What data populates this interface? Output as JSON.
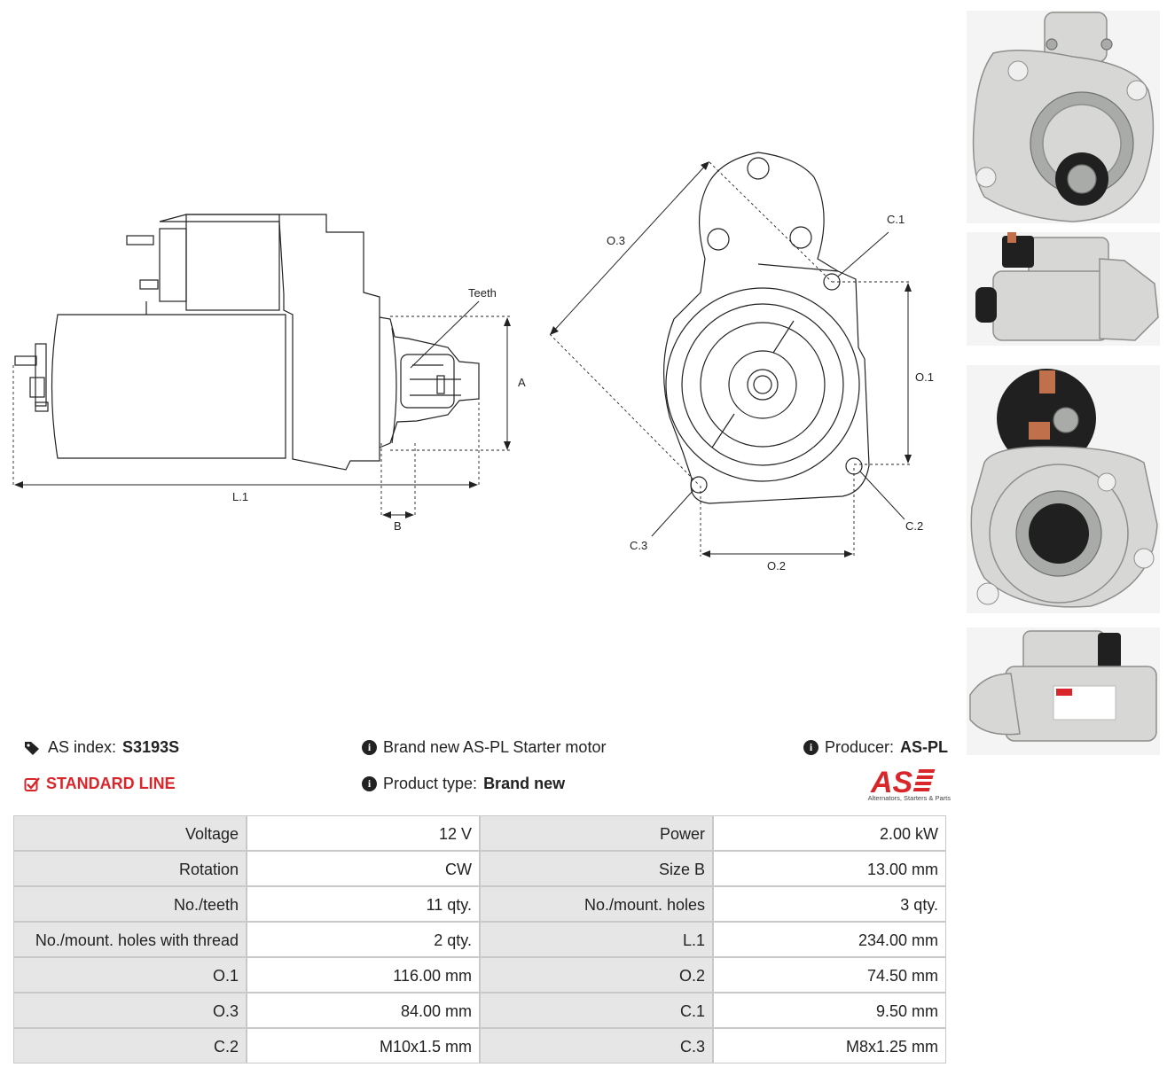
{
  "drawing": {
    "labels": {
      "teeth": "Teeth",
      "a": "A",
      "l1": "L.1",
      "b": "B",
      "o3": "O.3",
      "c1": "C.1",
      "o1": "O.1",
      "c2": "C.2",
      "c3": "C.3",
      "o2": "O.2"
    }
  },
  "info": {
    "as_index_label": "AS index:",
    "as_index_value": "S3193S",
    "line": "STANDARD LINE",
    "description": "Brand new AS-PL Starter motor",
    "product_type_label": "Product type:",
    "product_type_value": "Brand new",
    "producer_label": "Producer:",
    "producer_value": "AS-PL"
  },
  "logo": {
    "text": "AS",
    "tagline": "Alternators, Starters & Parts",
    "color": "#d9262a"
  },
  "specs": [
    [
      "Voltage",
      "12 V",
      "Power",
      "2.00 kW"
    ],
    [
      "Rotation",
      "CW",
      "Size B",
      "13.00 mm"
    ],
    [
      "No./teeth",
      "11 qty.",
      "No./mount. holes",
      "3 qty."
    ],
    [
      "No./mount. holes with thread",
      "2 qty.",
      "L.1",
      "234.00 mm"
    ],
    [
      "O.1",
      "116.00 mm",
      "O.2",
      "74.50 mm"
    ],
    [
      "O.3",
      "84.00 mm",
      "C.1",
      "9.50 mm"
    ],
    [
      "C.2",
      "M10x1.5 mm",
      "C.3",
      "M8x1.25 mm"
    ]
  ]
}
